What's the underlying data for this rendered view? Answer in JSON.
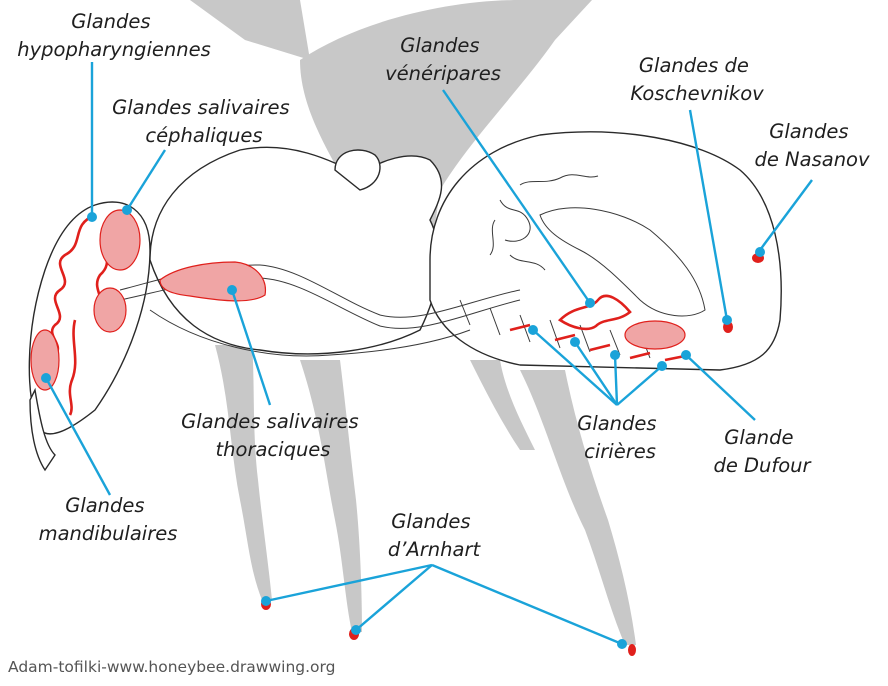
{
  "title": "",
  "labels": {
    "hypopharyngiennes": [
      "Glandes",
      "hypopharyngiennes"
    ],
    "salivaires_cephaliques": [
      "Glandes salivaires",
      "céphaliques"
    ],
    "veneripares": [
      "Glandes",
      "vénéripares"
    ],
    "koschevnikov": [
      "Glandes de",
      "Koschevnikov"
    ],
    "nasanov": [
      "Glandes",
      "de Nasanov"
    ],
    "salivaires_thoraciques": [
      "Glandes salivaires",
      "thoraciques"
    ],
    "ciriere": [
      "Glandes",
      "cirières"
    ],
    "dufour": [
      "Glande",
      "de Dufour"
    ],
    "mandibulaires": [
      "Glandes",
      "mandibulaires"
    ],
    "arnhart": [
      "Glandes",
      "d’Arnhart"
    ]
  },
  "credit": "Adam-tofilki-www.honeybee.drawwing.org",
  "colors": {
    "leader": "#1aa3d9",
    "gland": "#e0201c",
    "silhouette": "#c8c8c8",
    "outline": "#2a2a2a"
  }
}
